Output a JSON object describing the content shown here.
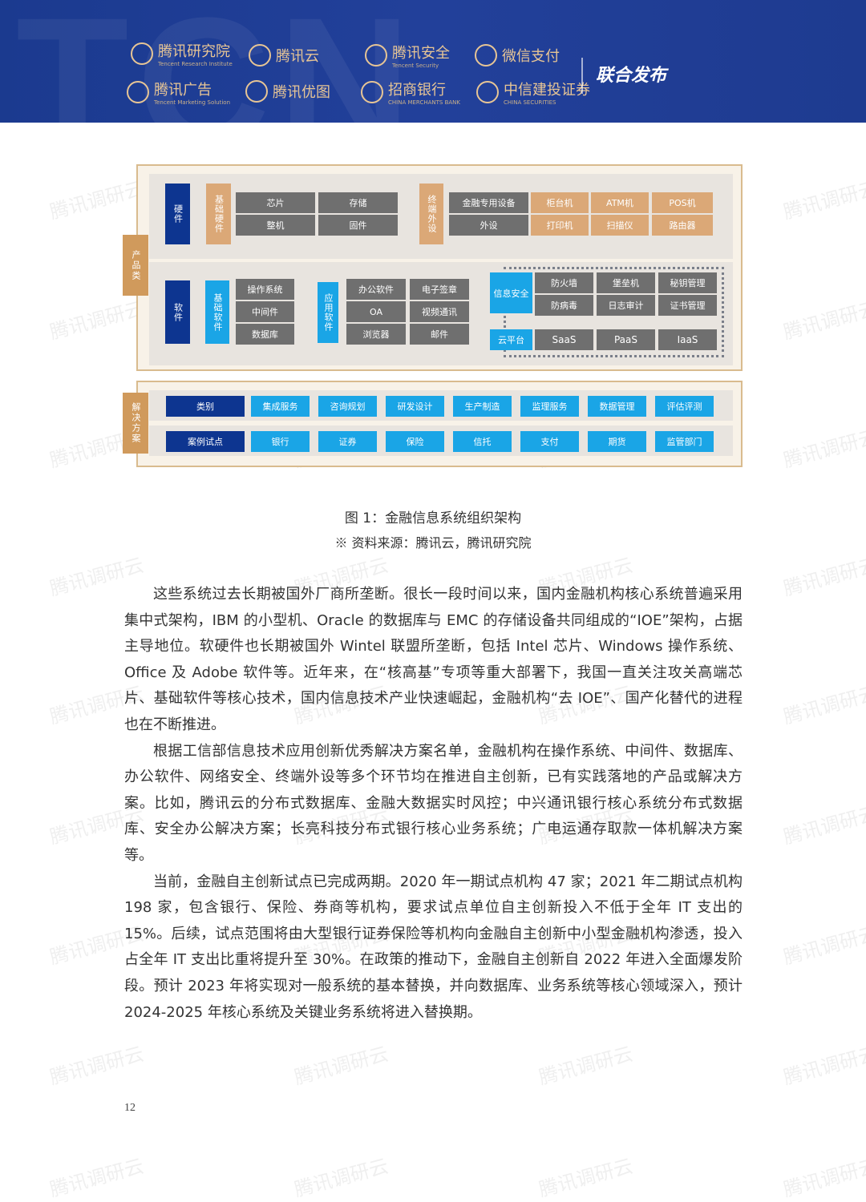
{
  "header": {
    "bg_letters": "TCN",
    "logos": [
      {
        "name": "腾讯研究院",
        "sub": "Tencent Research Institute"
      },
      {
        "name": "腾讯云"
      },
      {
        "name": "腾讯安全",
        "sub": "Tencent Security"
      },
      {
        "name": "微信支付"
      },
      {
        "name": "腾讯广告",
        "sub": "Tencent Marketing Solution"
      },
      {
        "name": "腾讯优图"
      },
      {
        "name": "招商银行",
        "sub": "CHINA MERCHANTS BANK"
      },
      {
        "name": "中信建投证券",
        "sub": "CHINA SECURITIES"
      }
    ],
    "joint_release": "联合发布"
  },
  "diagram": {
    "product_tab": "产品类",
    "hardware": {
      "label": "硬件",
      "basic": {
        "label": "基础硬件",
        "cells": [
          "芯片",
          "存储",
          "整机",
          "固件"
        ]
      },
      "terminal": {
        "label": "终端外设",
        "cells": [
          "金融专用设备",
          "柜台机",
          "ATM机",
          "POS机",
          "外设",
          "打印机",
          "扫描仪",
          "路由器"
        ]
      }
    },
    "software": {
      "label": "软件",
      "basic": {
        "label": "基础软件",
        "cells": [
          "操作系统",
          "中间件",
          "数据库"
        ]
      },
      "app": {
        "label": "应用软件",
        "cells": [
          "办公软件",
          "电子签章",
          "OA",
          "视频通讯",
          "浏览器",
          "邮件"
        ]
      },
      "security": {
        "label": "信息安全",
        "cells": [
          "防火墙",
          "堡垒机",
          "秘钥管理",
          "防病毒",
          "日志审计",
          "证书管理"
        ]
      },
      "cloud": {
        "label": "云平台",
        "cells": [
          "SaaS",
          "PaaS",
          "IaaS"
        ]
      }
    },
    "solution_tab": "解决方案",
    "category_row": [
      "类别",
      "集成服务",
      "咨询规划",
      "研发设计",
      "生产制造",
      "监理服务",
      "数据管理",
      "评估评测"
    ],
    "case_row": [
      "案例试点",
      "银行",
      "证券",
      "保险",
      "信托",
      "支付",
      "期货",
      "监管部门"
    ]
  },
  "caption": "图 1：金融信息系统组织架构",
  "source": "※ 资料来源：腾讯云，腾讯研究院",
  "paragraphs": [
    "这些系统过去长期被国外厂商所垄断。很长一段时间以来，国内金融机构核心系统普遍采用集中式架构，IBM 的小型机、Oracle 的数据库与 EMC 的存储设备共同组成的“IOE”架构，占据主导地位。软硬件也长期被国外 Wintel 联盟所垄断，包括 Intel 芯片、Windows 操作系统、Office 及 Adobe 软件等。近年来，在“核高基”专项等重大部署下，我国一直关注攻关高端芯片、基础软件等核心技术，国内信息技术产业快速崛起，金融机构“去 IOE”、国产化替代的进程也在不断推进。",
    "根据工信部信息技术应用创新优秀解决方案名单，金融机构在操作系统、中间件、数据库、办公软件、网络安全、终端外设等多个环节均在推进自主创新，已有实践落地的产品或解决方案。比如，腾讯云的分布式数据库、金融大数据实时风控；中兴通讯银行核心系统分布式数据库、安全办公解决方案；长亮科技分布式银行核心业务系统；广电运通存取款一体机解决方案等。",
    "当前，金融自主创新试点已完成两期。2020 年一期试点机构 47 家；2021 年二期试点机构 198 家，包含银行、保险、券商等机构，要求试点单位自主创新投入不低于全年 IT 支出的 15%。后续，试点范围将由大型银行证券保险等机构向金融自主创新中小型金融机构渗透，投入占全年 IT 支出比重将提升至 30%。在政策的推动下，金融自主创新自 2022 年进入全面爆发阶段。预计 2023 年将实现对一般系统的基本替换，并向数据库、业务系统等核心领域深入，预计 2024-2025 年核心系统及关键业务系统将进入替换期。"
  ],
  "page_number": "12",
  "watermark": "腾讯调研云"
}
